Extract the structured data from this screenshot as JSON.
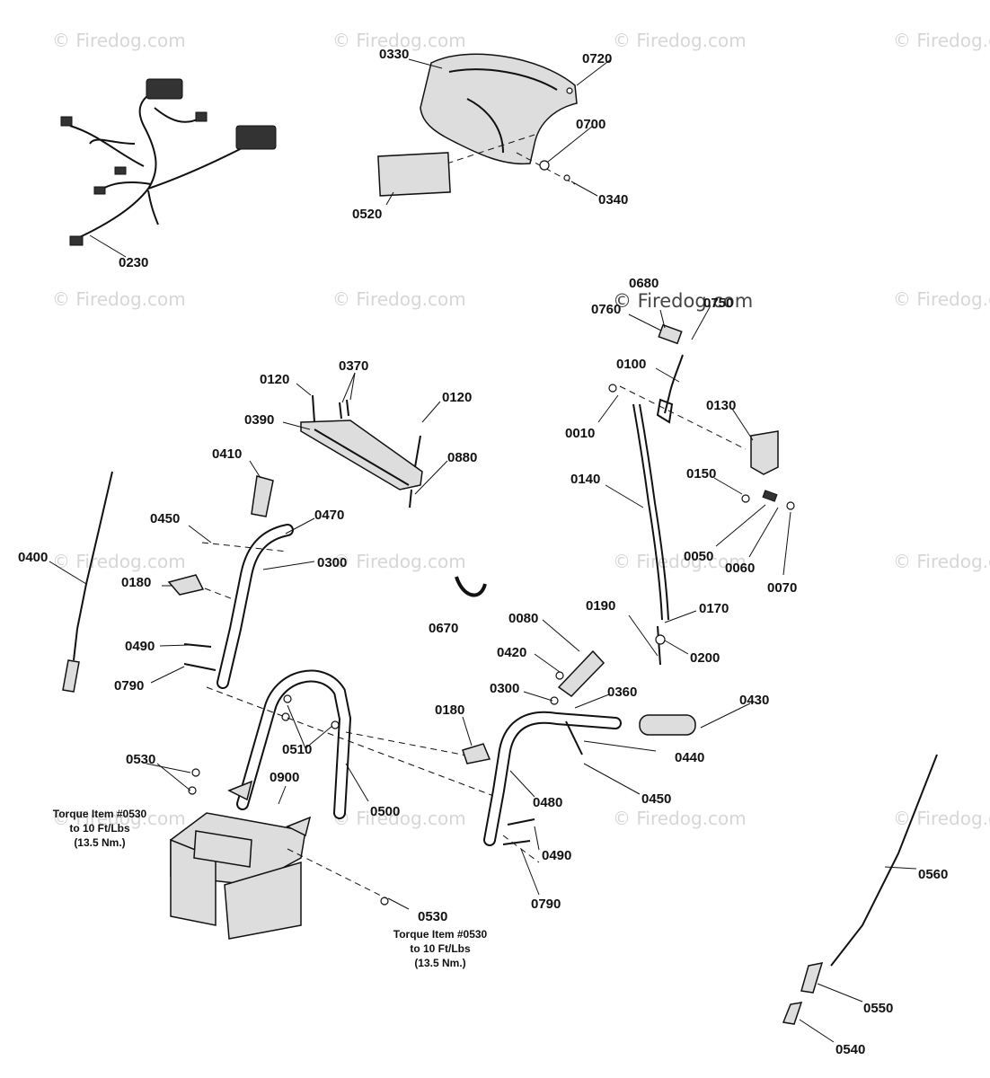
{
  "watermark": "© Firedog.com",
  "parts": {
    "p0010": "0010",
    "p0050": "0050",
    "p0060": "0060",
    "p0070": "0070",
    "p0080": "0080",
    "p0100": "0100",
    "p0120a": "0120",
    "p0120b": "0120",
    "p0130": "0130",
    "p0140": "0140",
    "p0150": "0150",
    "p0170": "0170",
    "p0180a": "0180",
    "p0180b": "0180",
    "p0190": "0190",
    "p0200": "0200",
    "p0230": "0230",
    "p0300a": "0300",
    "p0300b": "0300",
    "p0330": "0330",
    "p0340": "0340",
    "p0360": "0360",
    "p0370": "0370",
    "p0390": "0390",
    "p0400": "0400",
    "p0410": "0410",
    "p0420": "0420",
    "p0430": "0430",
    "p0440": "0440",
    "p0450a": "0450",
    "p0450b": "0450",
    "p0470": "0470",
    "p0480": "0480",
    "p0490a": "0490",
    "p0490b": "0490",
    "p0500": "0500",
    "p0510": "0510",
    "p0520": "0520",
    "p0530a": "0530",
    "p0530b": "0530",
    "p0540": "0540",
    "p0550": "0550",
    "p0560": "0560",
    "p0670": "0670",
    "p0680": "0680",
    "p0700": "0700",
    "p0720": "0720",
    "p0750": "0750",
    "p0760": "0760",
    "p0790a": "0790",
    "p0790b": "0790",
    "p0880": "0880",
    "p0900": "0900"
  },
  "notes": {
    "torque_left": [
      "Torque Item #0530",
      "to 10 Ft/Lbs",
      "(13.5 Nm.)"
    ],
    "torque_right": [
      "Torque Item #0530",
      "to 10 Ft/Lbs",
      "(13.5 Nm.)"
    ]
  }
}
